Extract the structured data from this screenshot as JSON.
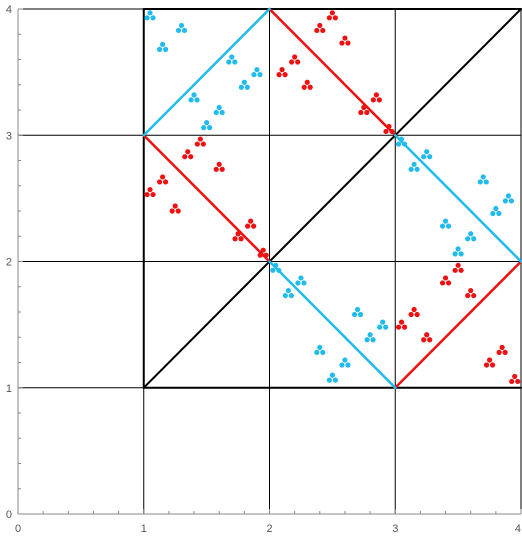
{
  "chart_data": {
    "type": "line",
    "title": "",
    "xlabel": "",
    "ylabel": "",
    "xlim": [
      0,
      4
    ],
    "ylim": [
      0,
      4
    ],
    "x_ticks": [
      "0",
      "1",
      "2",
      "3",
      "4"
    ],
    "y_ticks": [
      "0",
      "1",
      "2",
      "3",
      "4"
    ],
    "grid": true,
    "colors": {
      "black": "#000000",
      "red": "#ee1111",
      "cyan": "#22bbee"
    },
    "grid_lines": {
      "vertical": [
        1,
        2,
        3,
        4
      ],
      "horizontal": [
        1,
        2,
        3,
        4
      ]
    },
    "segments": [
      {
        "color": "black",
        "from": [
          1,
          4
        ],
        "to": [
          4,
          4
        ]
      },
      {
        "color": "black",
        "from": [
          1,
          1
        ],
        "to": [
          4,
          1
        ]
      },
      {
        "color": "black",
        "from": [
          1,
          1
        ],
        "to": [
          4,
          4
        ]
      },
      {
        "color": "black",
        "from": [
          1,
          1
        ],
        "to": [
          1,
          4
        ]
      },
      {
        "color": "red",
        "from": [
          1,
          3
        ],
        "to": [
          2,
          2
        ]
      },
      {
        "color": "red",
        "from": [
          2,
          4
        ],
        "to": [
          3,
          3
        ]
      },
      {
        "color": "red",
        "from": [
          3,
          1
        ],
        "to": [
          4,
          2
        ]
      },
      {
        "color": "cyan",
        "from": [
          1,
          3
        ],
        "to": [
          2,
          4
        ]
      },
      {
        "color": "cyan",
        "from": [
          2,
          2
        ],
        "to": [
          3,
          1
        ]
      },
      {
        "color": "cyan",
        "from": [
          3,
          3
        ],
        "to": [
          4,
          2
        ]
      }
    ],
    "triangles": [
      {
        "color": "cyan",
        "points": [
          [
            1.05,
            3.95
          ],
          [
            1.3,
            3.85
          ],
          [
            1.15,
            3.7
          ],
          [
            1.7,
            3.6
          ],
          [
            1.9,
            3.5
          ],
          [
            1.8,
            3.4
          ],
          [
            1.4,
            3.3
          ],
          [
            1.6,
            3.2
          ],
          [
            1.5,
            3.08
          ]
        ]
      },
      {
        "color": "red",
        "points": [
          [
            2.5,
            3.95
          ],
          [
            2.4,
            3.85
          ],
          [
            2.6,
            3.75
          ],
          [
            2.2,
            3.6
          ],
          [
            2.1,
            3.5
          ],
          [
            2.3,
            3.4
          ],
          [
            2.85,
            3.3
          ],
          [
            2.75,
            3.2
          ],
          [
            2.95,
            3.05
          ]
        ]
      },
      {
        "color": "red",
        "points": [
          [
            1.45,
            2.95
          ],
          [
            1.35,
            2.85
          ],
          [
            1.6,
            2.75
          ],
          [
            1.05,
            2.55
          ],
          [
            1.15,
            2.65
          ],
          [
            1.25,
            2.42
          ],
          [
            1.85,
            2.3
          ],
          [
            1.75,
            2.2
          ],
          [
            1.95,
            2.07
          ]
        ]
      },
      {
        "color": "cyan",
        "points": [
          [
            3.05,
            2.95
          ],
          [
            3.25,
            2.85
          ],
          [
            3.15,
            2.75
          ],
          [
            3.7,
            2.65
          ],
          [
            3.9,
            2.5
          ],
          [
            3.8,
            2.4
          ],
          [
            3.4,
            2.3
          ],
          [
            3.6,
            2.2
          ],
          [
            3.5,
            2.08
          ]
        ]
      },
      {
        "color": "cyan",
        "points": [
          [
            2.05,
            1.95
          ],
          [
            2.25,
            1.85
          ],
          [
            2.15,
            1.75
          ],
          [
            2.7,
            1.6
          ],
          [
            2.9,
            1.5
          ],
          [
            2.8,
            1.4
          ],
          [
            2.4,
            1.3
          ],
          [
            2.6,
            1.2
          ],
          [
            2.5,
            1.08
          ]
        ]
      },
      {
        "color": "red",
        "points": [
          [
            3.5,
            1.95
          ],
          [
            3.4,
            1.85
          ],
          [
            3.6,
            1.75
          ],
          [
            3.15,
            1.6
          ],
          [
            3.05,
            1.5
          ],
          [
            3.25,
            1.4
          ],
          [
            3.85,
            1.3
          ],
          [
            3.75,
            1.2
          ],
          [
            3.95,
            1.07
          ]
        ]
      }
    ]
  }
}
